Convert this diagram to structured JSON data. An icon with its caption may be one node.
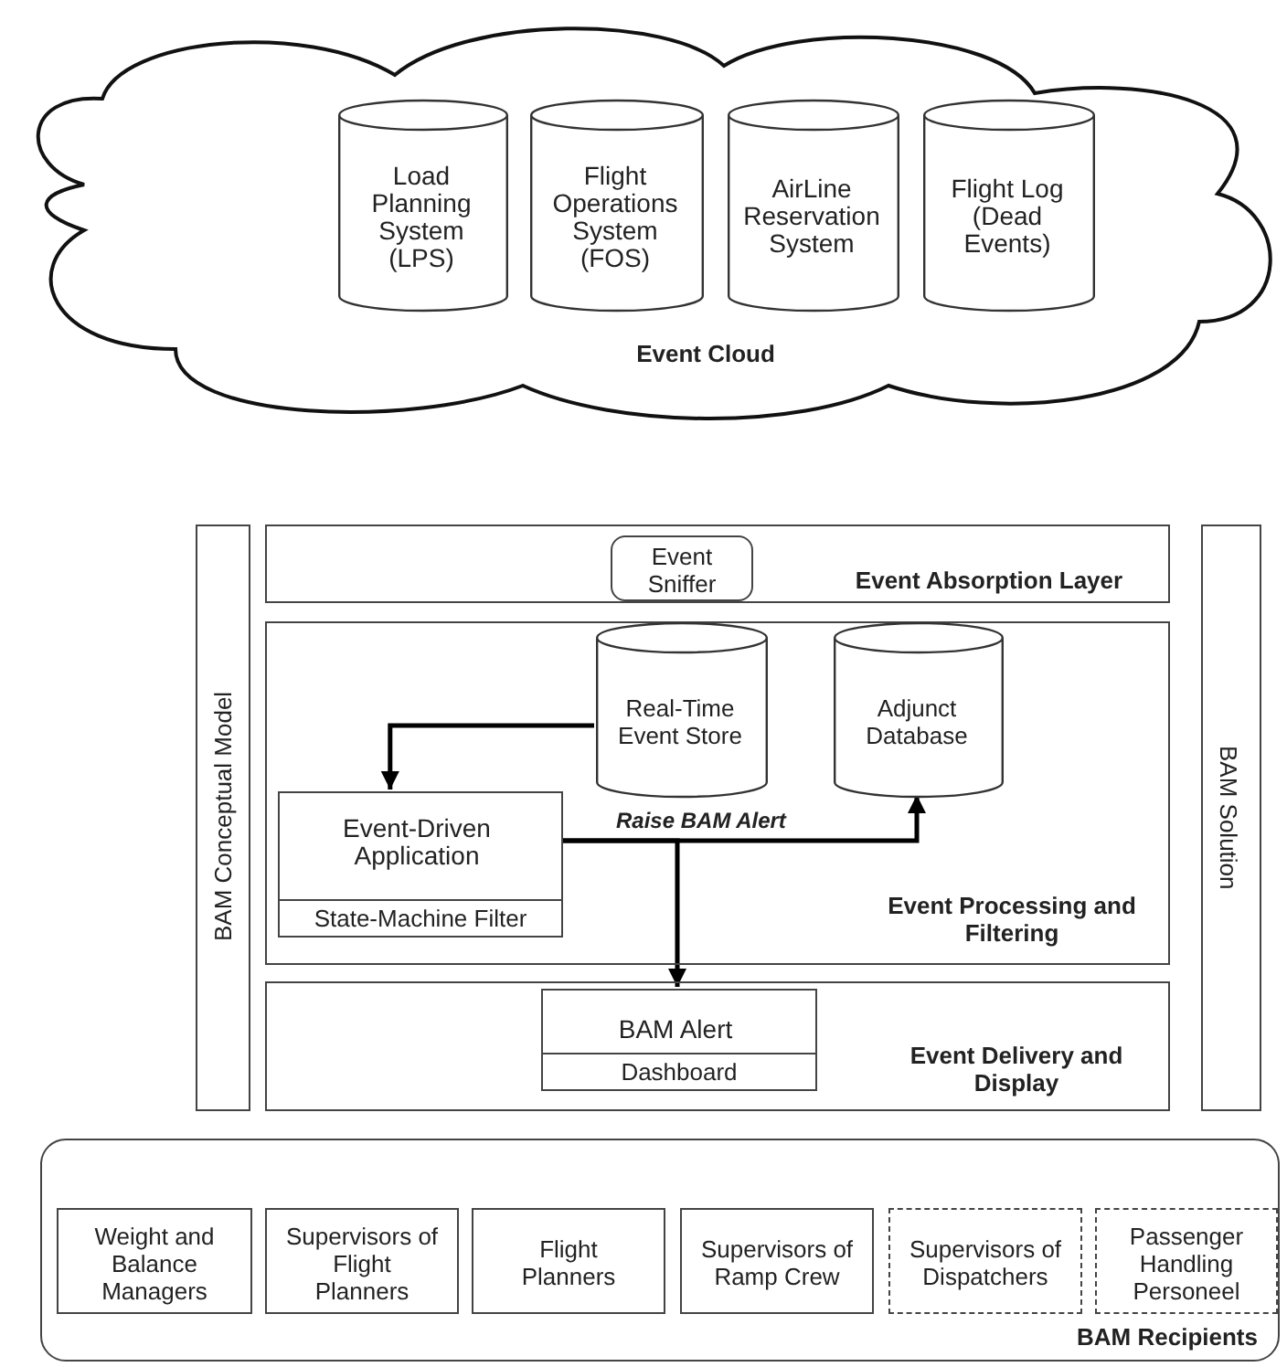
{
  "diagram": {
    "nodes": [
      {
        "text": [
          "Event Cloud"
        ]
      },
      {
        "text": [
          "Load Planning System (LPS)"
        ],
        "in": 0
      },
      {
        "text": [
          "Flight Operations System (FOS)"
        ],
        "in": 0
      },
      {
        "text": [
          "AirLine Reservation System"
        ],
        "in": 0
      },
      {
        "text": [
          "Flight Log (Dead Events)"
        ],
        "in": 0
      },
      {
        "text": [
          "BAM Conceptual Model"
        ]
      },
      {
        "text": [
          "Event Absorption Layer"
        ]
      },
      {
        "text": [
          "Event Sniffer"
        ],
        "in": 6
      },
      {
        "text": [
          "Event Processing and Filtering"
        ]
      },
      {
        "text": [
          "Real-Time Event Store"
        ],
        "in": 8
      },
      {
        "text": [
          "Adjunct Database"
        ],
        "in": 8
      },
      {
        "text": [
          "Event-Driven Application",
          "State-Machine Filter"
        ],
        "in": 8
      },
      {
        "text": [
          "Event Delivery and Display"
        ]
      },
      {
        "text": [
          "BAM Alert",
          "Dashboard"
        ],
        "in": 12
      },
      {
        "text": [
          "BAM Solution"
        ]
      },
      {
        "text": [
          "BAM Recipients"
        ]
      },
      {
        "text": [
          "Weight and Balance Managers"
        ],
        "in": 15
      },
      {
        "text": [
          "Supervisors of Flight Planners"
        ],
        "in": 15
      },
      {
        "text": [
          "Flight Planners"
        ],
        "in": 15
      },
      {
        "text": [
          "Supervisors of Ramp Crew"
        ],
        "in": 15
      },
      {
        "text": [
          "Supervisors of Dispatchers"
        ],
        "in": 15
      },
      {
        "text": [
          "Passenger Handling Personeel"
        ],
        "in": 15
      }
    ],
    "edges": [
      {
        "from": 9,
        "to": 11,
        "arrow": "to"
      },
      {
        "from": 11,
        "to": 10,
        "arrow": "to",
        "label": "Raise BAM Alert"
      },
      {
        "from": 11,
        "to": 13,
        "arrow": "to"
      }
    ]
  }
}
